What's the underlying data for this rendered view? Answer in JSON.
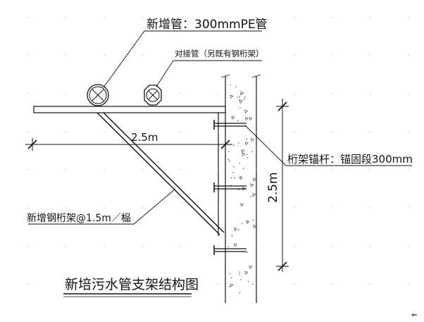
{
  "labels": {
    "new_pipe": "新增管：300mmPE管",
    "butt_pipe": "对接管（另既有钢桁架）",
    "span": "2.5m",
    "anchor": "桁架锚杆：锚固段300mm",
    "height": "2.5m",
    "new_truss": "新增钢桁架@1.5m／榀",
    "title": "新培污水管支架结构图",
    "corner_mark": "⇐"
  }
}
